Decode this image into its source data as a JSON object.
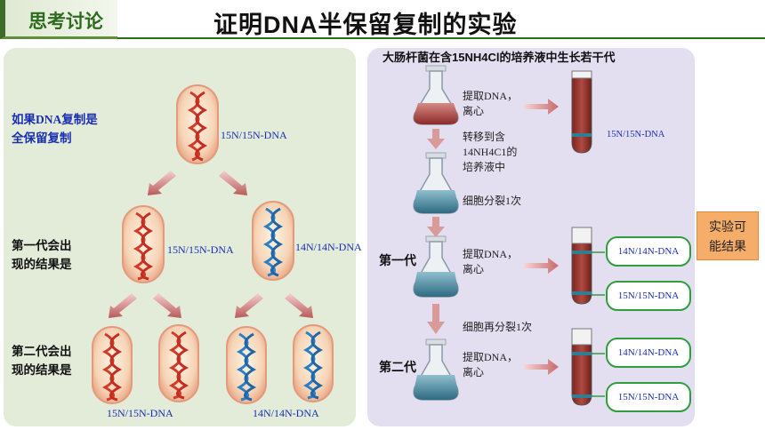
{
  "header": {
    "tag": "思考讨论",
    "title": "证明DNA半保留复制的实验"
  },
  "left": {
    "hypothesis": [
      "如果DNA复制是",
      "全保留复制"
    ],
    "gen1_label": [
      "第一代会出",
      "现的结果是"
    ],
    "gen2_label": [
      "第二代会出",
      "现的结果是"
    ],
    "top_dna": "15N/15N-DNA",
    "gen1_a": "15N/15N-DNA",
    "gen1_b": "14N/14N-DNA",
    "gen2_a": "15N/15N-DNA",
    "gen2_b": "14N/14N-DNA"
  },
  "right": {
    "header": "大肠杆菌在含15NH4Cl的培养液中生长若干代",
    "step1": [
      "提取DNA，",
      "离心"
    ],
    "tube1": "15N/15N-DNA",
    "transfer": [
      "转移到含",
      "14NH4C1的",
      "培养液中"
    ],
    "divide1": "细胞分裂1次",
    "gen1": "第一代",
    "step2": [
      "提取DNA，",
      "离心"
    ],
    "box_g1_top": "14N/14N-DNA",
    "box_g1_bottom": "15N/15N-DNA",
    "divide2": "细胞再分裂1次",
    "gen2": "第二代",
    "step3": [
      "提取DNA，",
      "离心"
    ],
    "box_g2_top": "14N/14N-DNA",
    "box_g2_bottom": "15N/15N-DNA"
  },
  "side_note": [
    "实验可",
    "能结果"
  ],
  "colors": {
    "header_green": "#2d6b1f",
    "heavy_strand": "#d23a2a",
    "light_strand": "#2a7fc8",
    "box_border": "#2e9e3e",
    "note_fill": "#f6ad6a"
  }
}
